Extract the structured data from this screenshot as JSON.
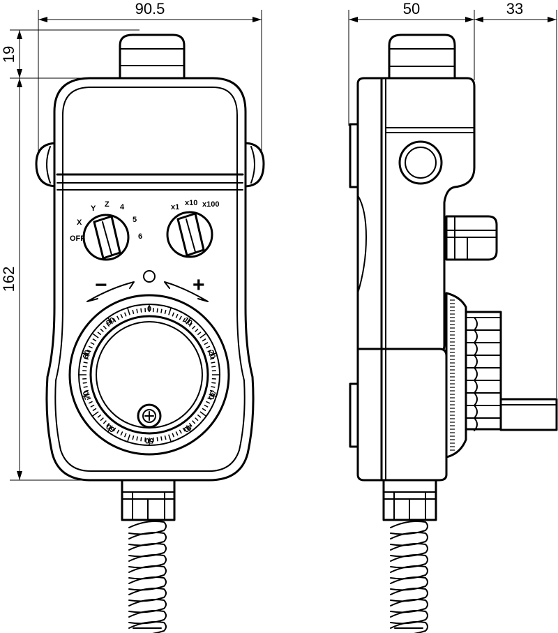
{
  "dimensions": {
    "width_front": "90.5",
    "depth_side": "50",
    "wheel_protrusion": "33",
    "top_connector": "19",
    "body_height": "162"
  },
  "panel": {
    "minus_sign": "−",
    "plus_sign": "+",
    "zero_mark": "O",
    "axis_selector_labels": [
      "X",
      "Y",
      "Z",
      "4",
      "5",
      "6",
      "OFF"
    ],
    "multiplier_labels": [
      "x1",
      "x10",
      "x100"
    ],
    "wheel_numbers": [
      "0",
      "10",
      "20",
      "30",
      "40",
      "50",
      "60",
      "70",
      "80",
      "90"
    ]
  }
}
